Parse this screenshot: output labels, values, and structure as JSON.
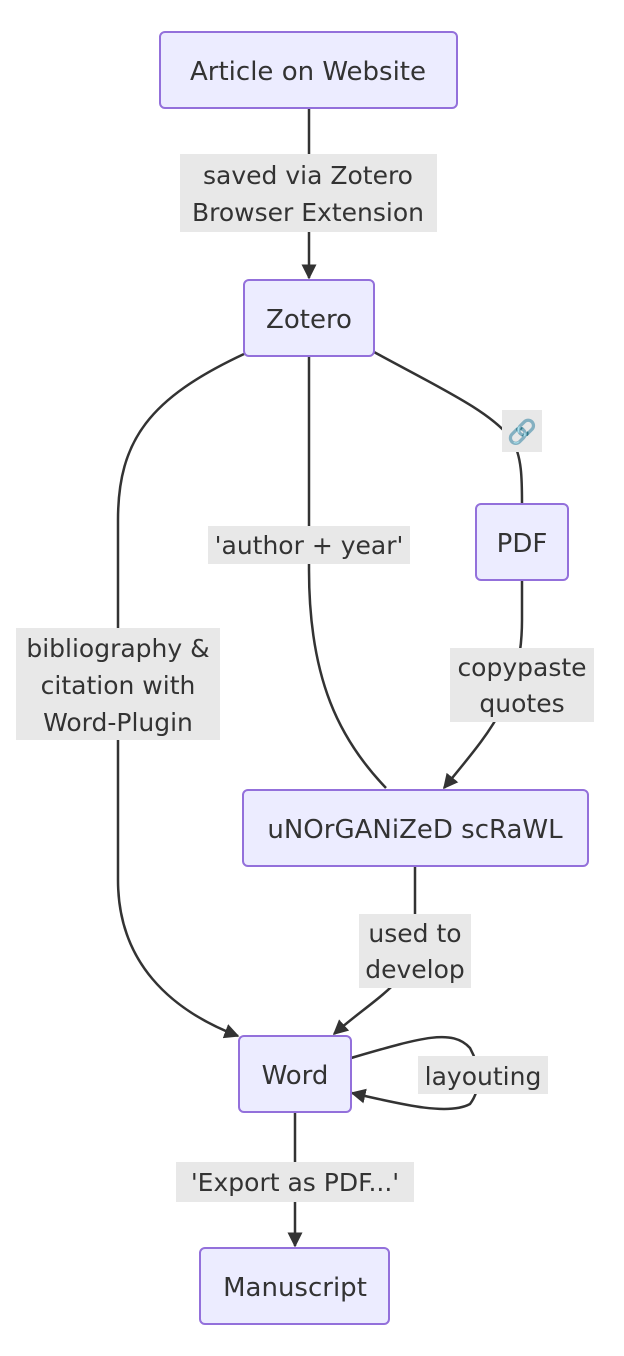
{
  "nodes": {
    "article": "Article on Website",
    "zotero": "Zotero",
    "pdf": "PDF",
    "scrawl": "uNOrGANiZeD scRaWL",
    "word": "Word",
    "manuscript": "Manuscript"
  },
  "edges": {
    "article_zotero": [
      "saved via Zotero",
      "Browser Extension"
    ],
    "zotero_pdf": "🔗",
    "zotero_scrawl": "'author + year'",
    "zotero_word": [
      "bibliography &",
      "citation with",
      "Word-Plugin"
    ],
    "pdf_scrawl": [
      "copypaste",
      "quotes"
    ],
    "scrawl_word": [
      "used to",
      "develop"
    ],
    "word_word": "layouting",
    "word_manuscript": "'Export as PDF...'"
  },
  "colors": {
    "node_fill": "#ececff",
    "node_stroke": "#9370db",
    "edge": "#333333",
    "label_bg": "#e8e8e8",
    "text": "#333333"
  }
}
